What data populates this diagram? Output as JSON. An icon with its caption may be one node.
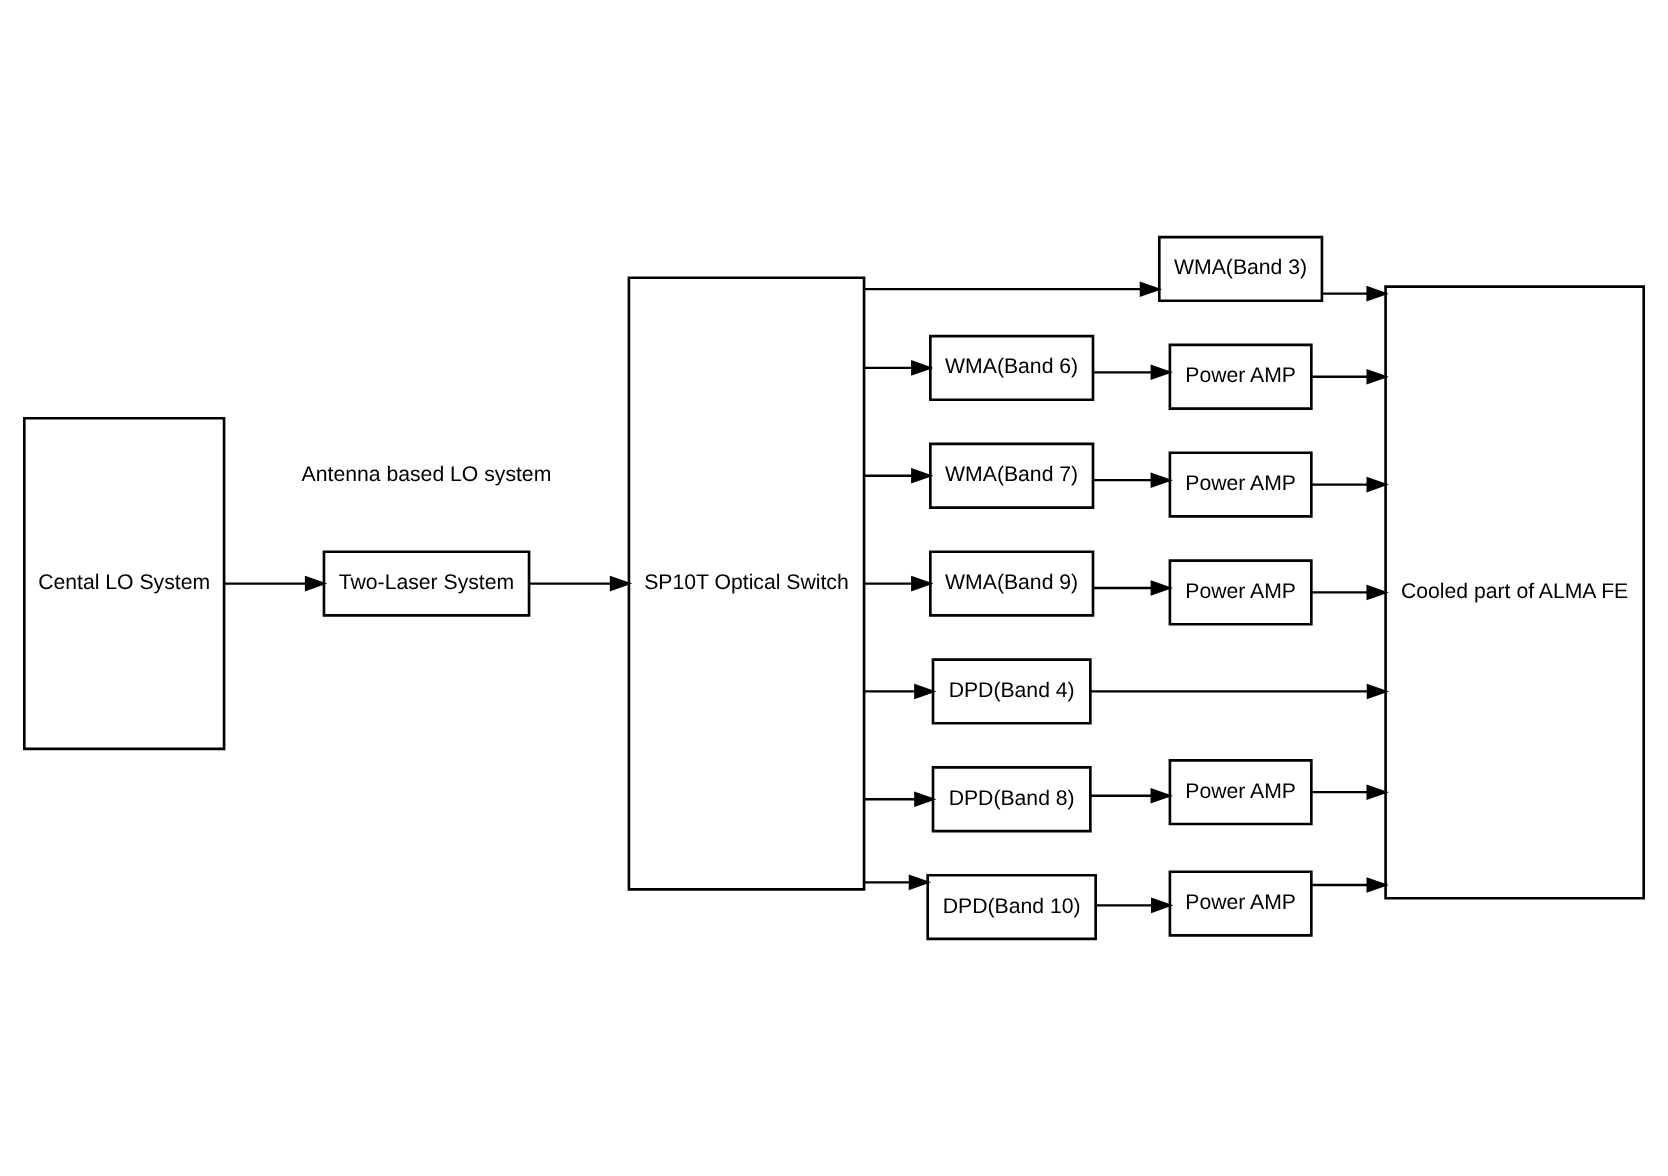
{
  "diagram": {
    "nodes": [
      {
        "text": [
          "Cental LO System"
        ]
      },
      {
        "text": [
          "Two-Laser System"
        ]
      },
      {
        "text": [
          "SP10T Optical Switch"
        ]
      },
      {
        "text": [
          "WMA(Band 3)"
        ]
      },
      {
        "text": [
          "WMA(Band 6)"
        ]
      },
      {
        "text": [
          "Power AMP"
        ]
      },
      {
        "text": [
          "WMA(Band 7)"
        ]
      },
      {
        "text": [
          "Power AMP"
        ]
      },
      {
        "text": [
          "WMA(Band 9)"
        ]
      },
      {
        "text": [
          "Power AMP"
        ]
      },
      {
        "text": [
          "DPD(Band 4)"
        ]
      },
      {
        "text": [
          "DPD(Band 8)"
        ]
      },
      {
        "text": [
          "Power AMP"
        ]
      },
      {
        "text": [
          "DPD(Band 10)"
        ]
      },
      {
        "text": [
          "Power AMP"
        ]
      },
      {
        "text": [
          "Cooled part of ALMA FE"
        ]
      }
    ],
    "edges": [
      {
        "from": 0,
        "to": 1,
        "arrow": "to"
      },
      {
        "from": 1,
        "to": 2,
        "arrow": "to"
      },
      {
        "from": 2,
        "to": 3,
        "arrow": "to"
      },
      {
        "from": 2,
        "to": 4,
        "arrow": "to"
      },
      {
        "from": 2,
        "to": 6,
        "arrow": "to"
      },
      {
        "from": 2,
        "to": 8,
        "arrow": "to"
      },
      {
        "from": 2,
        "to": 10,
        "arrow": "to"
      },
      {
        "from": 2,
        "to": 11,
        "arrow": "to"
      },
      {
        "from": 2,
        "to": 13,
        "arrow": "to"
      },
      {
        "from": 3,
        "to": 15,
        "arrow": "to"
      },
      {
        "from": 4,
        "to": 5,
        "arrow": "to"
      },
      {
        "from": 5,
        "to": 15,
        "arrow": "to"
      },
      {
        "from": 6,
        "to": 7,
        "arrow": "to"
      },
      {
        "from": 7,
        "to": 15,
        "arrow": "to"
      },
      {
        "from": 8,
        "to": 9,
        "arrow": "to"
      },
      {
        "from": 9,
        "to": 15,
        "arrow": "to"
      },
      {
        "from": 10,
        "to": 15,
        "arrow": "to"
      },
      {
        "from": 11,
        "to": 12,
        "arrow": "to"
      },
      {
        "from": 12,
        "to": 15,
        "arrow": "to"
      },
      {
        "from": 13,
        "to": 14,
        "arrow": "to"
      },
      {
        "from": 14,
        "to": 15,
        "arrow": "to"
      }
    ],
    "labels": [
      "Antenna based LO system"
    ]
  }
}
